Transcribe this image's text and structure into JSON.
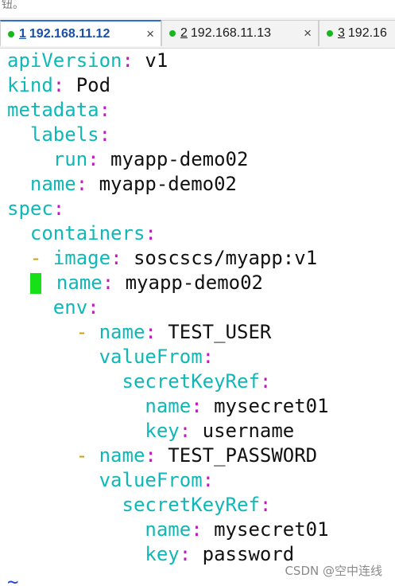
{
  "top_fragment": "钮。",
  "tabs": [
    {
      "number": "1",
      "label": "192.168.11.12",
      "close": "×",
      "active": true
    },
    {
      "number": "2",
      "label": "192.168.11.13",
      "close": "×",
      "active": false
    },
    {
      "number": "3",
      "label": "192.16",
      "close": "",
      "active": false
    }
  ],
  "code": [
    {
      "indent": "",
      "dash": "",
      "key": "apiVersion",
      "colon": ":",
      "value": " v1",
      "cursor": false
    },
    {
      "indent": "",
      "dash": "",
      "key": "kind",
      "colon": ":",
      "value": " Pod",
      "cursor": false
    },
    {
      "indent": "",
      "dash": "",
      "key": "metadata",
      "colon": ":",
      "value": "",
      "cursor": false
    },
    {
      "indent": "  ",
      "dash": "",
      "key": "labels",
      "colon": ":",
      "value": "",
      "cursor": false
    },
    {
      "indent": "    ",
      "dash": "",
      "key": "run",
      "colon": ":",
      "value": " myapp-demo02",
      "cursor": false
    },
    {
      "indent": "  ",
      "dash": "",
      "key": "name",
      "colon": ":",
      "value": " myapp-demo02",
      "cursor": false
    },
    {
      "indent": "",
      "dash": "",
      "key": "spec",
      "colon": ":",
      "value": "",
      "cursor": false
    },
    {
      "indent": "  ",
      "dash": "",
      "key": "containers",
      "colon": ":",
      "value": "",
      "cursor": false
    },
    {
      "indent": "  ",
      "dash": "- ",
      "key": "image",
      "colon": ":",
      "value": " soscscs/myapp:v1",
      "cursor": false
    },
    {
      "indent": "  ",
      "dash": "",
      "key": "name",
      "colon": ":",
      "value": " myapp-demo02",
      "cursor": true
    },
    {
      "indent": "    ",
      "dash": "",
      "key": "env",
      "colon": ":",
      "value": "",
      "cursor": false
    },
    {
      "indent": "    ",
      "dash": "  - ",
      "key": "name",
      "colon": ":",
      "value": " TEST_USER",
      "cursor": false
    },
    {
      "indent": "        ",
      "dash": "",
      "key": "valueFrom",
      "colon": ":",
      "value": "",
      "cursor": false
    },
    {
      "indent": "          ",
      "dash": "",
      "key": "secretKeyRef",
      "colon": ":",
      "value": "",
      "cursor": false
    },
    {
      "indent": "            ",
      "dash": "",
      "key": "name",
      "colon": ":",
      "value": " mysecret01",
      "cursor": false
    },
    {
      "indent": "            ",
      "dash": "",
      "key": "key",
      "colon": ":",
      "value": " username",
      "cursor": false
    },
    {
      "indent": "    ",
      "dash": "  - ",
      "key": "name",
      "colon": ":",
      "value": " TEST_PASSWORD",
      "cursor": false
    },
    {
      "indent": "        ",
      "dash": "",
      "key": "valueFrom",
      "colon": ":",
      "value": "",
      "cursor": false
    },
    {
      "indent": "          ",
      "dash": "",
      "key": "secretKeyRef",
      "colon": ":",
      "value": "",
      "cursor": false
    },
    {
      "indent": "            ",
      "dash": "",
      "key": "name",
      "colon": ":",
      "value": " mysecret01",
      "cursor": false
    },
    {
      "indent": "            ",
      "dash": "",
      "key": "key",
      "colon": ":",
      "value": " password",
      "cursor": false
    }
  ],
  "tilde": "~",
  "watermark": "CSDN @空中连线",
  "colors": {
    "key": "#0fb8b8",
    "colon": "#c218c2",
    "dash": "#c8a000",
    "cursor": "#18e018",
    "tilde": "#2244dd",
    "tab_dot": "#15b81d"
  }
}
